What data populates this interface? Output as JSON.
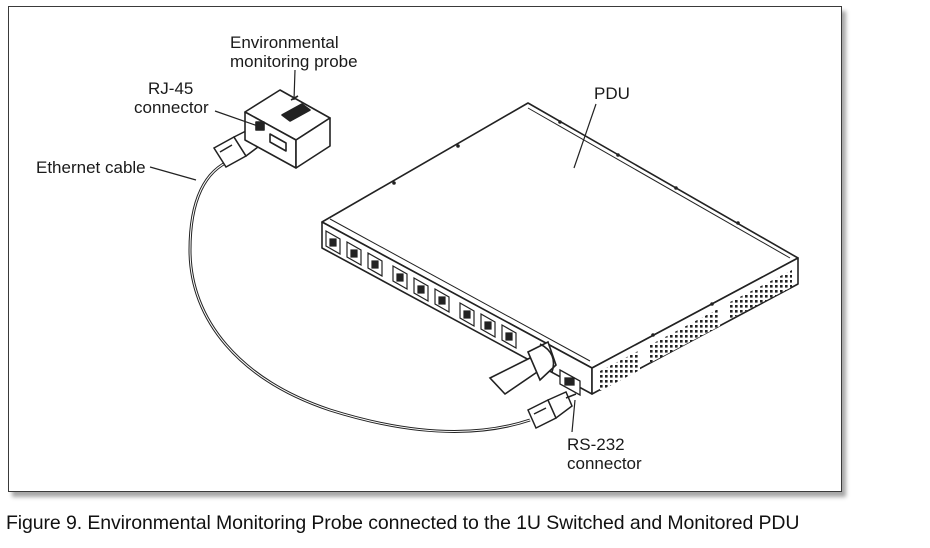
{
  "figure": {
    "labels": {
      "probe_line1": "Environmental",
      "probe_line2": "monitoring probe",
      "rj45_line1": "RJ-45",
      "rj45_line2": "connector",
      "ethernet": "Ethernet cable",
      "pdu": "PDU",
      "rs232_line1": "RS-232",
      "rs232_line2": "connector"
    },
    "caption": "Figure 9. Environmental Monitoring Probe connected to the 1U Switched and Monitored PDU"
  }
}
